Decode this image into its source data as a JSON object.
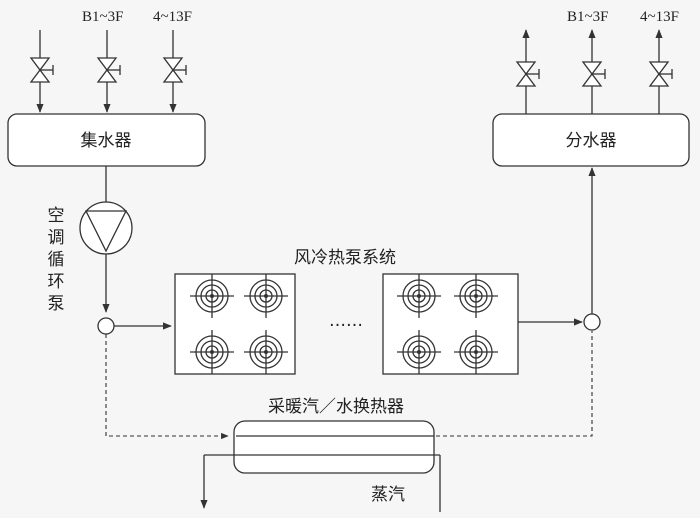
{
  "labels": {
    "left_b1": "B1~3F",
    "left_4_13": "4~13F",
    "right_b1": "B1~3F",
    "right_4_13": "4~13F",
    "collector": "集水器",
    "distributor": "分水器",
    "pump_chars": [
      "空",
      "调",
      "循",
      "环",
      "泵"
    ],
    "heat_pump_system": "风冷热泵系统",
    "ellipsis": "……",
    "exchanger": "采暖汽／水换热器",
    "steam": "蒸汽"
  }
}
